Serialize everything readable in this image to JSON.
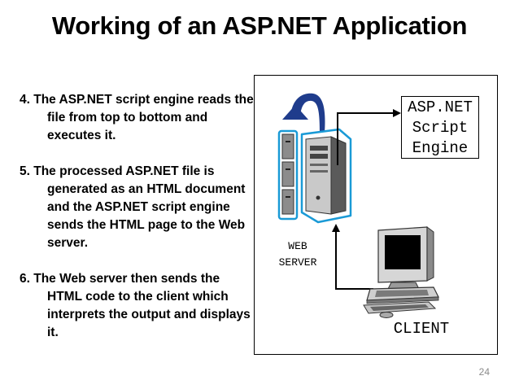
{
  "slide": {
    "title": "Working of an ASP.NET Application",
    "points": [
      "4. The ASP.NET script engine reads the file from top to bottom and executes it.",
      "5. The processed ASP.NET file is generated as an HTML document and the ASP.NET script engine sends the HTML page to the Web server.",
      "6. The Web server then sends the HTML code to the client which interprets the output and displays it."
    ],
    "page_number": "24"
  },
  "diagram": {
    "engine_label": [
      "ASP.NET",
      "Script",
      "Engine"
    ],
    "webserver_label": [
      "WEB",
      "SERVER"
    ],
    "client_label": "CLIENT"
  },
  "icons": [
    "curved-arrow-icon",
    "server-rack-icon",
    "server-tower-icon",
    "desktop-computer-icon"
  ],
  "colors": {
    "curved_arrow": "#1f3c8c",
    "server_outline": "#1a9ad6"
  }
}
